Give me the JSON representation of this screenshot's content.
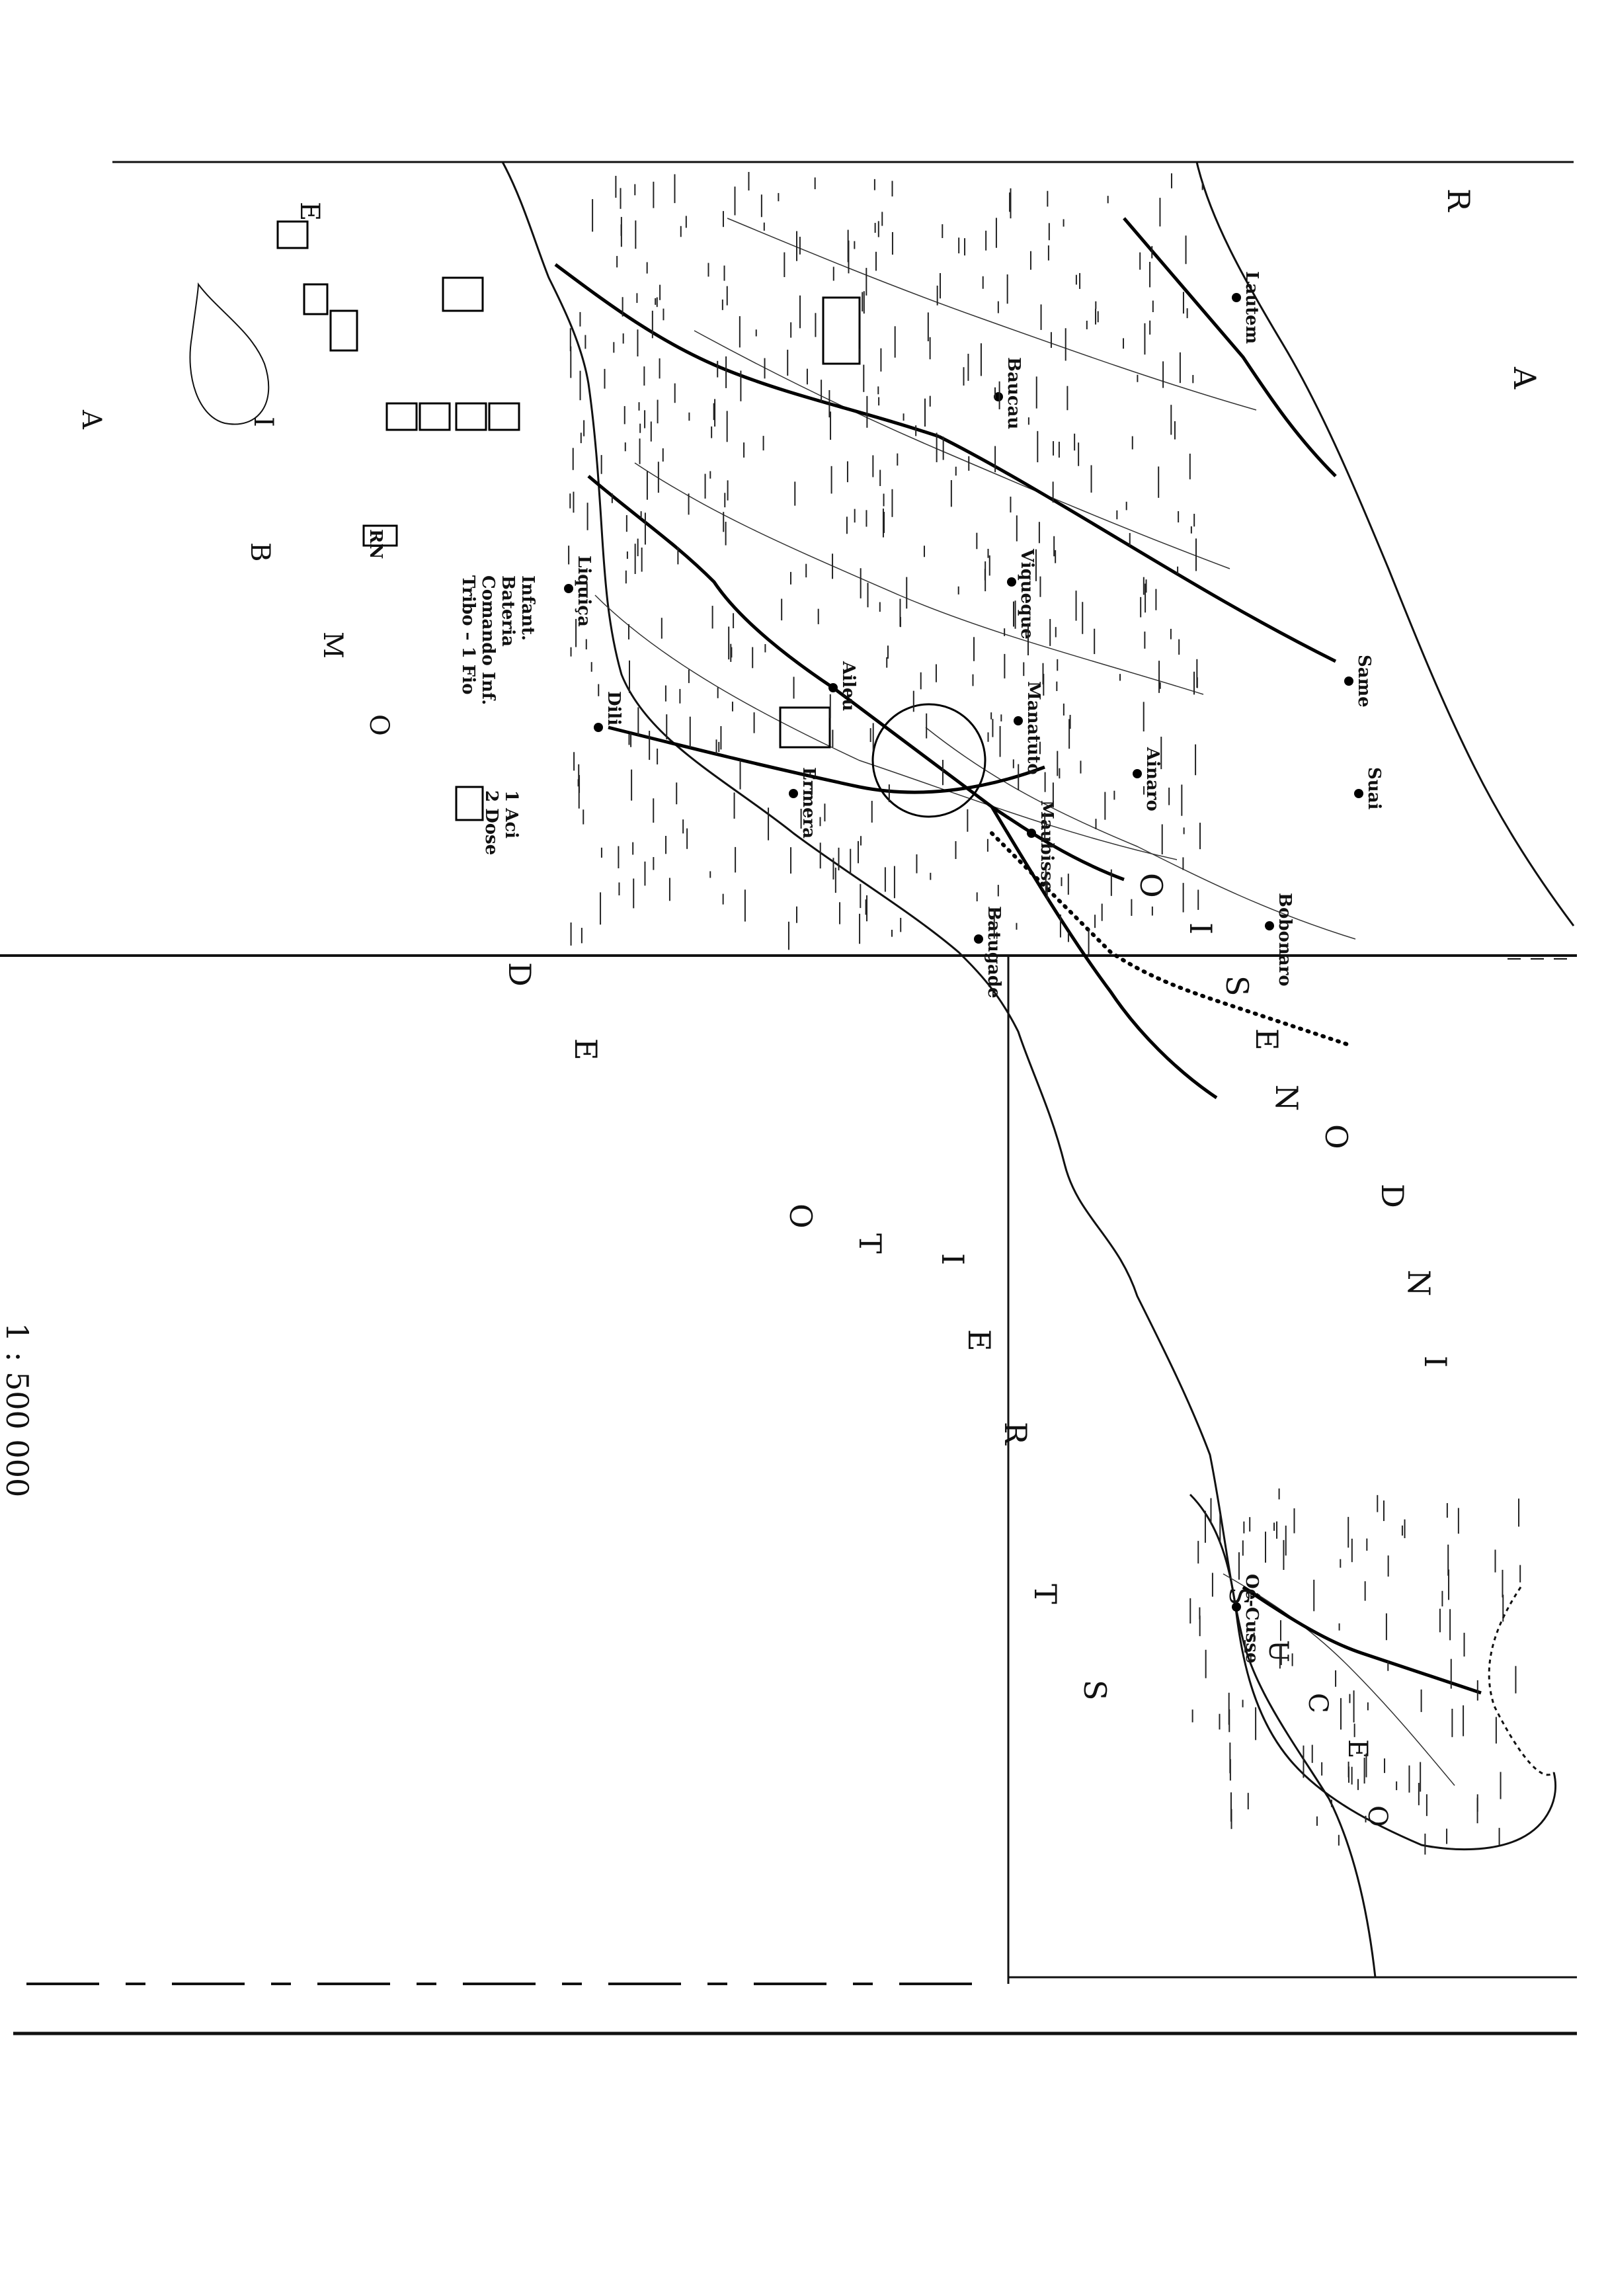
{
  "scale_label": "1 : 500 000",
  "sea_labels": [
    {
      "id": "mare-di-ombalai",
      "letters": [
        "E",
        "I",
        "A",
        "B",
        "M",
        "O"
      ]
    },
    {
      "id": "stretto-di-ombai",
      "letters": [
        "D",
        "E",
        "S",
        "T",
        "R",
        "E",
        "I",
        "T",
        "O"
      ]
    },
    {
      "id": "oceano-indonesio",
      "letters": [
        "I",
        "N",
        "D",
        "O",
        "N",
        "E",
        "S",
        "I",
        "O"
      ]
    },
    {
      "id": "mare-di-timor",
      "letters": [
        "R",
        "A"
      ]
    }
  ],
  "towns": {
    "dili": "Dili",
    "manatuto": "Manatuto",
    "baucau": "Baucau",
    "lautem": "Lautem",
    "viqueque": "Viqueque",
    "suai": "Suai",
    "same": "Same",
    "ainaro": "Ainaro",
    "ermera": "Ermera",
    "liquica": "Liquiça",
    "maubisse": "Maubisse",
    "aileu": "Aileu",
    "bobonaro": "Bobonaro",
    "batugade": "Batugade",
    "oecusse": "Oé-Cusse"
  },
  "exclave": {
    "name": "Oé-Cusse",
    "letters": [
      "O",
      "E",
      "C",
      "U",
      "S"
    ]
  },
  "legend": {
    "rn": "RN",
    "entries": [
      "Tribo – 1 Fio",
      "Comando Inf.",
      "Bateria",
      "Infant."
    ],
    "boxes": [
      "2 Dose",
      "1 Aci"
    ]
  }
}
